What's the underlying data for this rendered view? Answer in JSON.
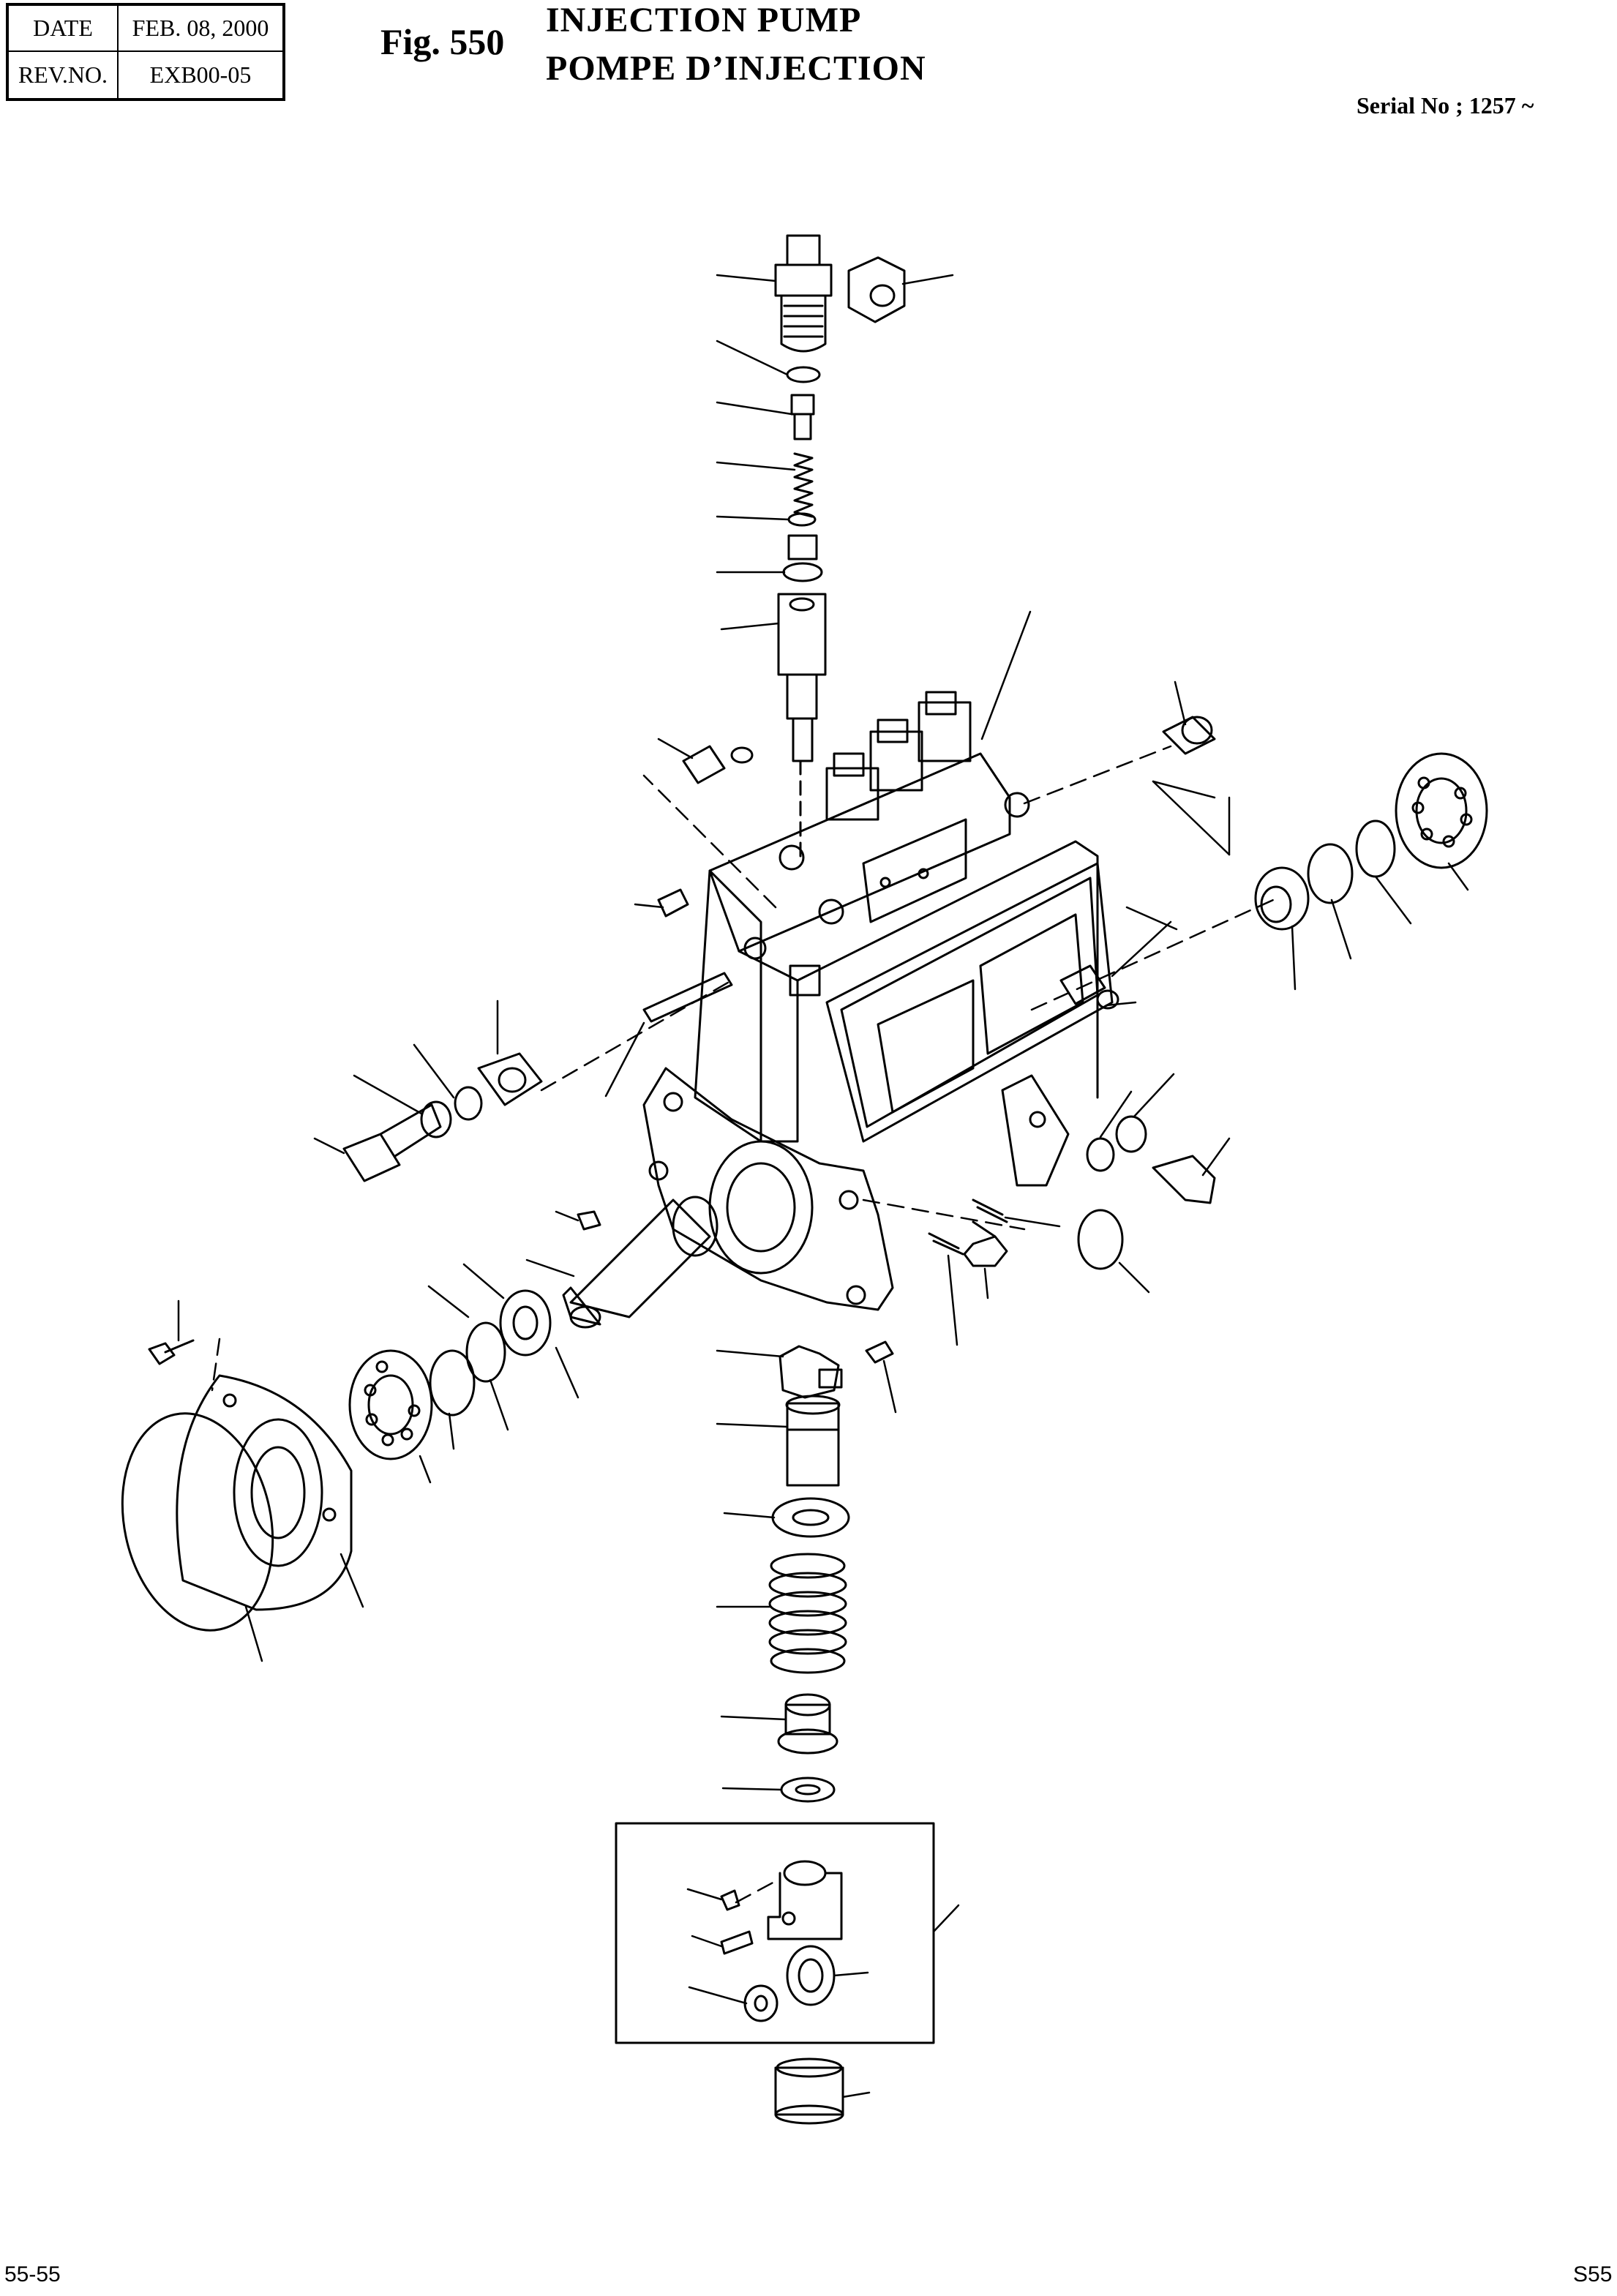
{
  "header": {
    "date_label": "DATE",
    "date_value": "FEB. 08, 2000",
    "rev_label": "REV.NO.",
    "rev_value": "EXB00-05"
  },
  "figure": {
    "number": "Fig. 550",
    "title_en": "INJECTION PUMP",
    "title_fr": "POMPE D’INJECTION",
    "serial": "Serial No ; 1257 ~"
  },
  "footer": {
    "page_number": "55-55",
    "code": "S55"
  }
}
